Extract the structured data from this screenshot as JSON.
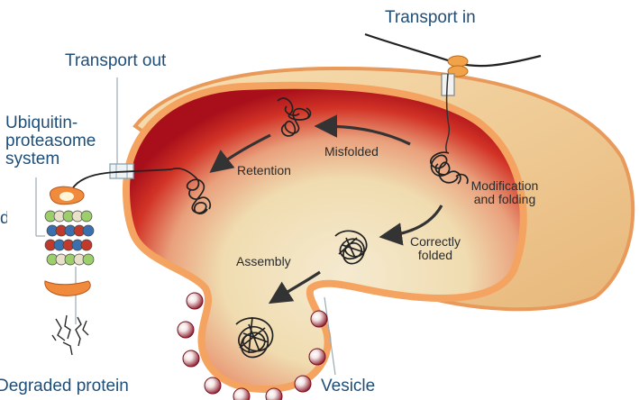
{
  "labels": {
    "transport_in": "Transport in",
    "transport_out": "Transport out",
    "ups": "Ubiquitin-\nproteasome\nsystem",
    "ups_cut": "d",
    "degraded": "Degraded protein",
    "vesicle": "Vesicle",
    "misfolded": "Misfolded",
    "retention": "Retention",
    "modification": "Modification\nand folding",
    "correctly": "Correctly\nfolded",
    "assembly": "Assembly"
  },
  "colors": {
    "label_blue": "#1f4e79",
    "membrane_orange": "#f4a460",
    "lumen_red": "#c1121f",
    "lumen_cream": "#f3e6c4",
    "vesicle_ball": "#8b1a2a"
  }
}
